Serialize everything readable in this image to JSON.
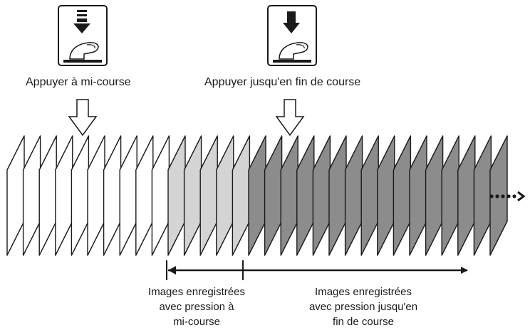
{
  "labels": {
    "half_press": "Appuyer à mi-course",
    "full_press": "Appuyer jusqu'en fin de course"
  },
  "captions": {
    "half_press_caption": [
      "Images enregistrées",
      "avec pression à",
      "mi-course"
    ],
    "full_press_caption": [
      "Images enregistrées",
      "avec pression jusqu'en",
      "fin de course"
    ]
  },
  "frames": {
    "white_count": 10,
    "light_gray_count": 5,
    "dark_gray_count": 16,
    "colors": {
      "white": "#ffffff",
      "light_gray": "#d4d4d4",
      "dark_gray": "#8c8c8c",
      "stroke": "#1a1a1a"
    }
  },
  "icons": [
    "shutter-half-press-icon",
    "shutter-full-press-icon",
    "hollow-down-arrow-icon",
    "dotted-arrow-icon"
  ]
}
